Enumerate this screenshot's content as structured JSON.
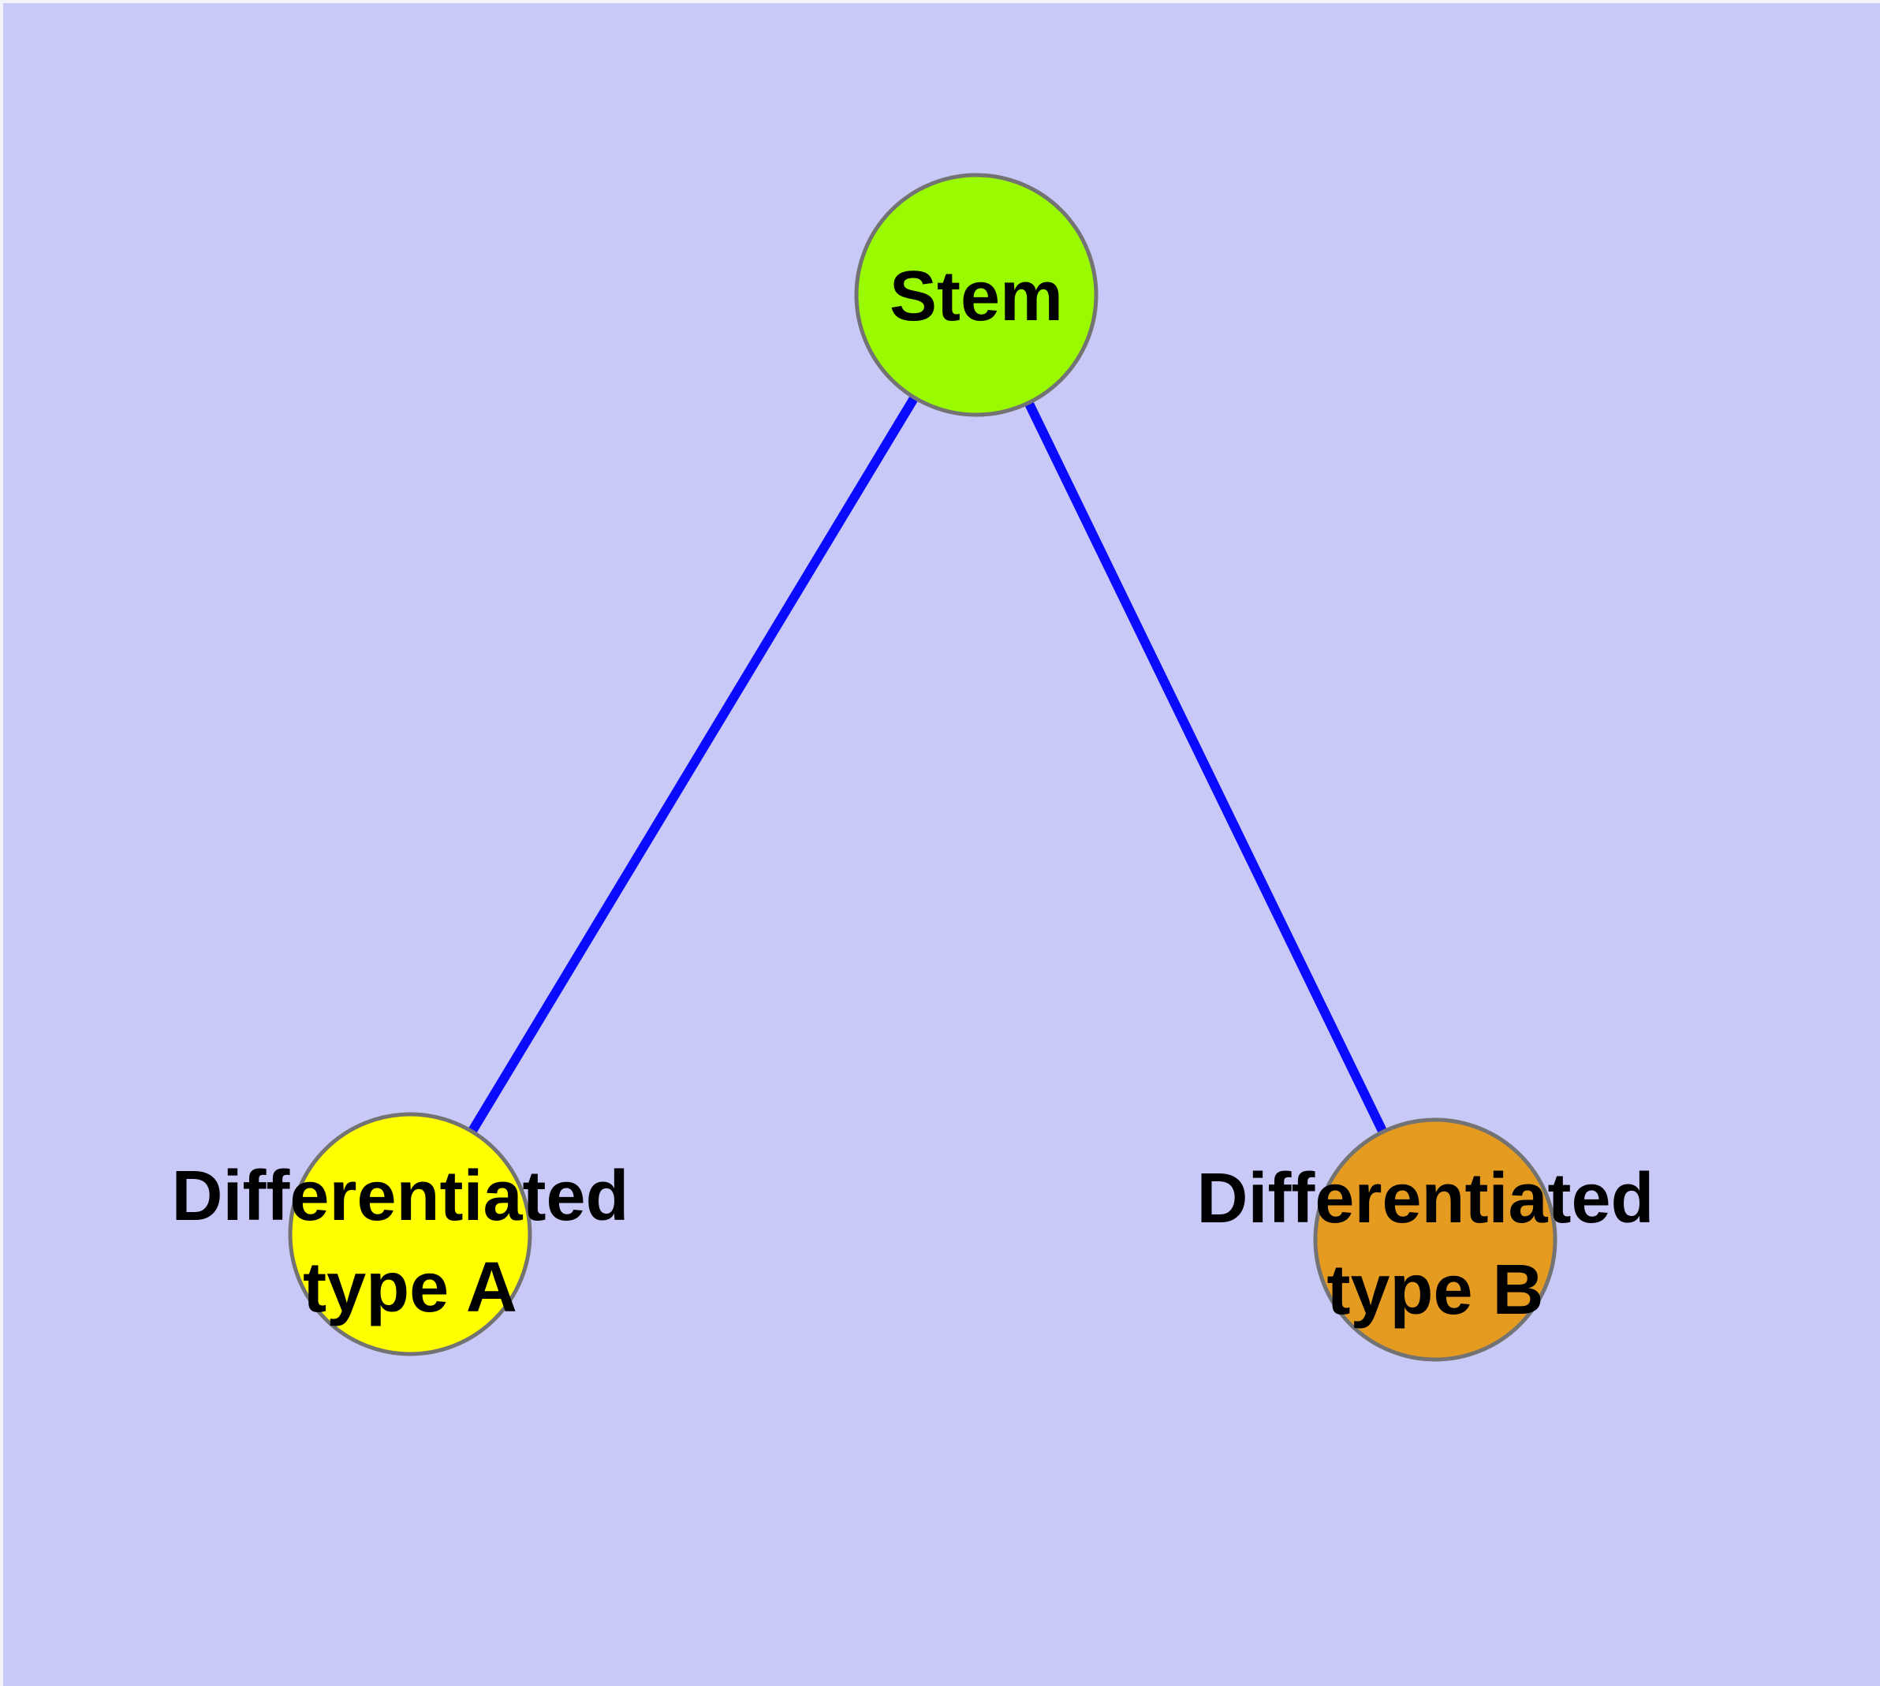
{
  "diagram": {
    "type": "graph",
    "background_color": "#C9C9F8",
    "node_border_color": "#737373",
    "edge_color": "#0A0AFC",
    "label_color": "#000000",
    "nodes": [
      {
        "id": "stem",
        "label": "Stem",
        "lines": [
          "Stem"
        ],
        "fill": "#9AFB00",
        "shape": "circle"
      },
      {
        "id": "differentiated-type-a",
        "label": "Differentiated type A",
        "lines": [
          "Differentiated",
          "type A"
        ],
        "fill": "#FFFF00",
        "shape": "circle"
      },
      {
        "id": "differentiated-type-b",
        "label": "Differentiated type B",
        "lines": [
          "Differentiated",
          "type B"
        ],
        "fill": "#E49B20",
        "shape": "circle"
      }
    ],
    "edges": [
      {
        "from": "stem",
        "to": "differentiated-type-a",
        "label": ""
      },
      {
        "from": "stem",
        "to": "differentiated-type-b",
        "label": ""
      }
    ]
  }
}
